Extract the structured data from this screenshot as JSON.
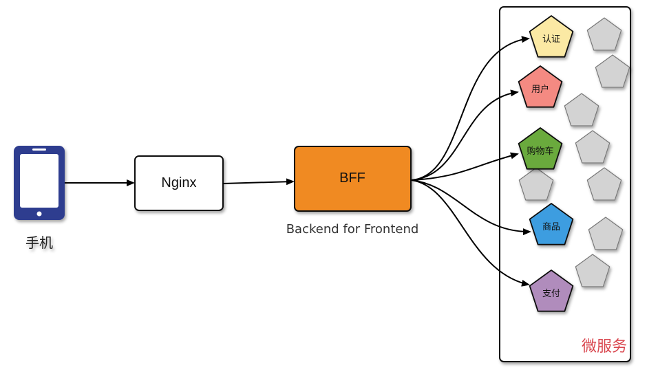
{
  "phone": {
    "label": "手机"
  },
  "nginx": {
    "label": "Nginx"
  },
  "bff": {
    "label": "BFF",
    "caption": "Backend for Frontend"
  },
  "microservices": {
    "label": "微服务",
    "label_color": "#d9474f",
    "services": [
      {
        "key": "auth",
        "label": "认证",
        "color": "#fbe9a4"
      },
      {
        "key": "user",
        "label": "用户",
        "color": "#f48a82"
      },
      {
        "key": "cart",
        "label": "购物车",
        "color": "#6aaa3d"
      },
      {
        "key": "product",
        "label": "商品",
        "color": "#3e9de0"
      },
      {
        "key": "payment",
        "label": "支付",
        "color": "#b08cbc"
      }
    ],
    "placeholder_color": "#d3d3d3"
  },
  "colors": {
    "phone": "#2f3d8f",
    "bff_fill": "#f08a24",
    "box_stroke": "#111111"
  }
}
